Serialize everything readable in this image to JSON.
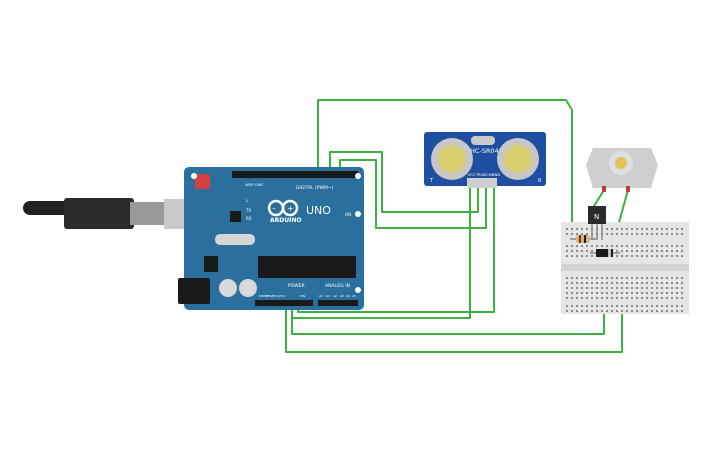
{
  "board": {
    "brand_label": "ARDUINO",
    "model_label": "UNO",
    "digital_label": "DIGITAL (PWM~)",
    "power_label": "POWER",
    "analog_label": "ANALOG IN",
    "aref_label": "AREF",
    "gnd_label": "GND",
    "tx_label": "TX",
    "rx_label": "RX",
    "l_label": "L",
    "on_label": "ON",
    "ioref_label": "IOREF",
    "reset_label": "RESET",
    "v33_label": "3.3V",
    "v5_label": "5V",
    "vin_label": "VIN",
    "a0_label": "A0",
    "a1_label": "A1",
    "a2_label": "A2",
    "a3_label": "A3",
    "a4_label": "A4",
    "a5_label": "A5"
  },
  "sensor": {
    "model_label": "HC-SR04",
    "vcc_label": "VCC",
    "trig_label": "TRIG",
    "echo_label": "ECHO",
    "gnd_label": "GND",
    "t_label": "T",
    "r_label": "R"
  },
  "transistor": {
    "label": "N"
  },
  "colors": {
    "board": "#2a6f9e",
    "wire": "#3cb043",
    "sensor": "#1f4fa0",
    "breadboard": "#e6e6e6"
  }
}
